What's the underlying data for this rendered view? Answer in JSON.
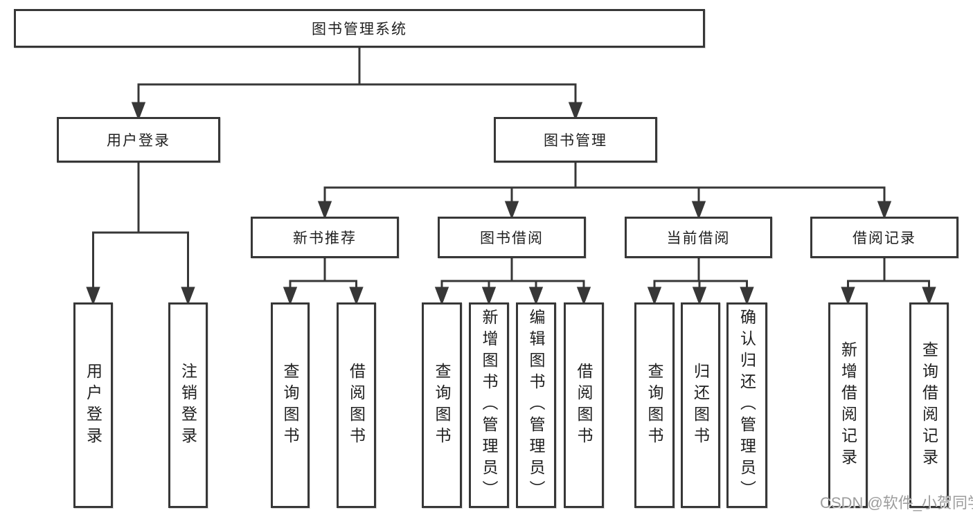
{
  "diagram_type": "functional-structure-tree",
  "tree": {
    "label": "图书管理系统",
    "children": [
      {
        "label": "用户登录",
        "children": [
          {
            "label": "用户登录"
          },
          {
            "label": "注销登录"
          }
        ]
      },
      {
        "label": "图书管理",
        "children": [
          {
            "label": "新书推荐",
            "children": [
              {
                "label": "查询图书"
              },
              {
                "label": "借阅图书"
              }
            ]
          },
          {
            "label": "图书借阅",
            "children": [
              {
                "label": "查询图书"
              },
              {
                "label": "新增图书（管理员）"
              },
              {
                "label": "编辑图书（管理员）"
              },
              {
                "label": "借阅图书"
              }
            ]
          },
          {
            "label": "当前借阅",
            "children": [
              {
                "label": "查询图书"
              },
              {
                "label": "归还图书"
              },
              {
                "label": "确认归还（管理员）"
              }
            ]
          },
          {
            "label": "借阅记录",
            "children": [
              {
                "label": "新增借阅记录"
              },
              {
                "label": "查询借阅记录"
              }
            ]
          }
        ]
      }
    ]
  },
  "watermark": "CSDN @软件_小贺同学",
  "colors": {
    "line": "#373737",
    "box_border": "#373737",
    "box_fill": "#ffffff",
    "text": "#1f1f1f",
    "watermark": "#9c9c9c"
  }
}
